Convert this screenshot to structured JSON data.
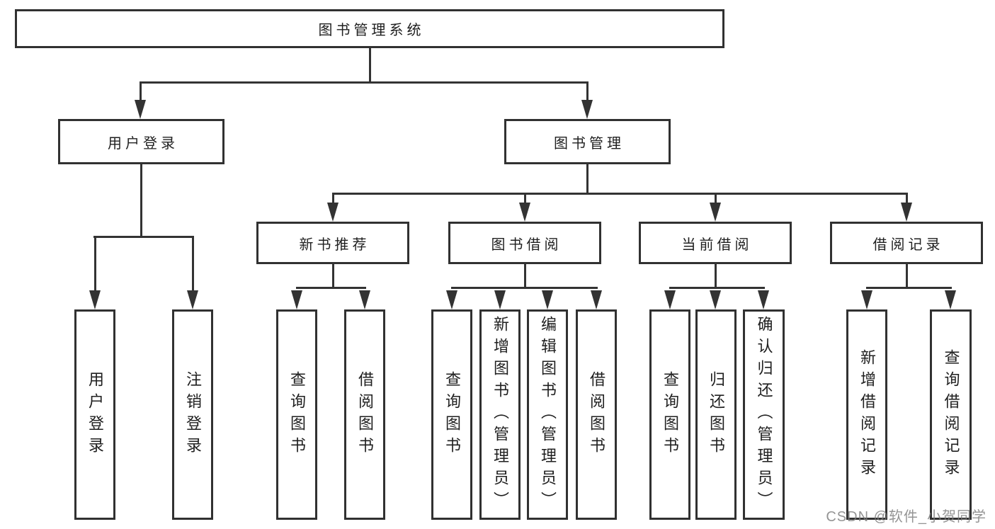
{
  "diagram": {
    "type": "hierarchy-tree",
    "orientation": "top-down",
    "line_color": "#333333",
    "tree": {
      "label": "图书管理系统",
      "children": [
        {
          "label": "用户登录",
          "children": [
            {
              "label": "用户登录"
            },
            {
              "label": "注销登录"
            }
          ]
        },
        {
          "label": "图书管理",
          "children": [
            {
              "label": "新书推荐",
              "children": [
                {
                  "label": "查询图书"
                },
                {
                  "label": "借阅图书"
                }
              ]
            },
            {
              "label": "图书借阅",
              "children": [
                {
                  "label": "查询图书"
                },
                {
                  "label": "新增图书（管理员）"
                },
                {
                  "label": "编辑图书（管理员）"
                },
                {
                  "label": "借阅图书"
                }
              ]
            },
            {
              "label": "当前借阅",
              "children": [
                {
                  "label": "查询图书"
                },
                {
                  "label": "归还图书"
                },
                {
                  "label": "确认归还（管理员）"
                }
              ]
            },
            {
              "label": "借阅记录",
              "children": [
                {
                  "label": "新增借阅记录"
                },
                {
                  "label": "查询借阅记录"
                }
              ]
            }
          ]
        }
      ]
    }
  },
  "watermark": {
    "text": "CSDN @软件_小贺同学"
  }
}
